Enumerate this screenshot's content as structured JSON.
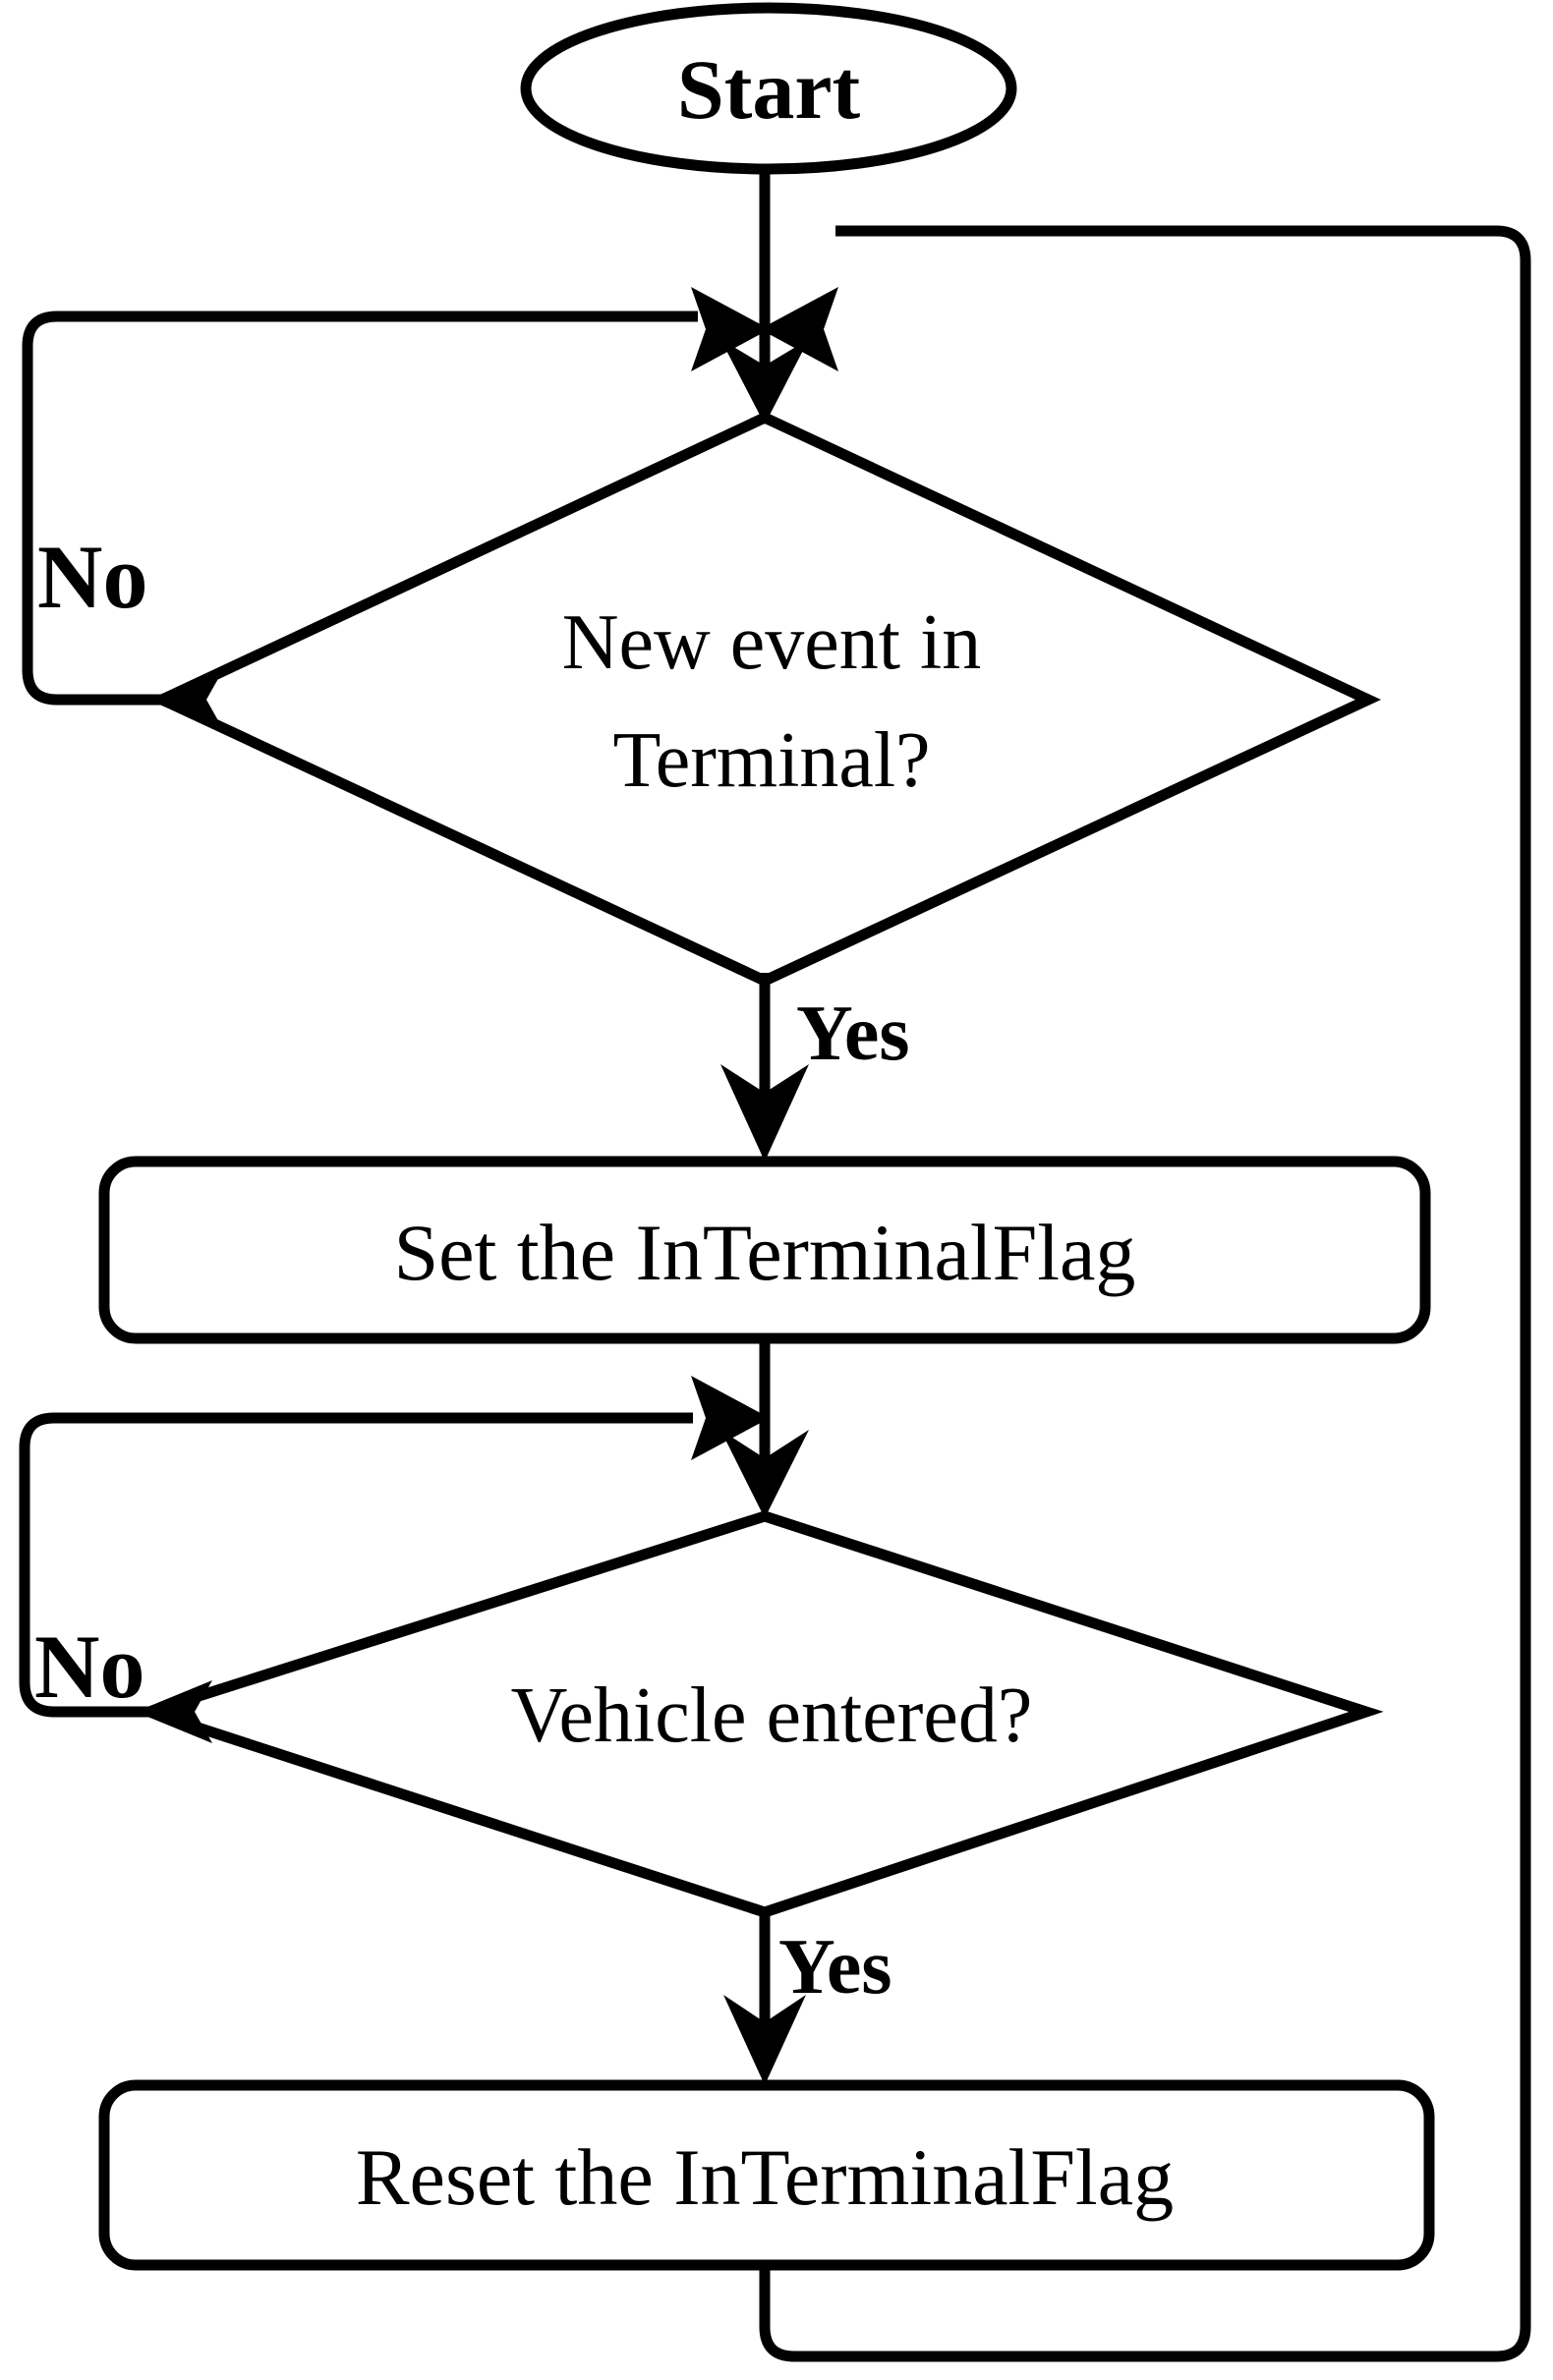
{
  "diagram": {
    "kind": "flowchart",
    "title": "",
    "background_color": "#ffffff",
    "stroke_color": "#000000",
    "nodes": {
      "start": {
        "shape": "ellipse",
        "label": "Start"
      },
      "decision_new_event": {
        "shape": "diamond",
        "label_line1": "New event in",
        "label_line2": "Terminal?"
      },
      "process_set_flag": {
        "shape": "rounded-rectangle",
        "label": "Set the InTerminalFlag"
      },
      "decision_vehicle_entered": {
        "shape": "diamond",
        "label": "Vehicle entered?"
      },
      "process_reset_flag": {
        "shape": "rounded-rectangle",
        "label": "Reset the InTerminalFlag"
      }
    },
    "edges": {
      "start_to_decision1": {
        "label": ""
      },
      "decision1_no_loop": {
        "label": "No"
      },
      "decision1_yes": {
        "label": "Yes"
      },
      "setflag_to_decision2": {
        "label": ""
      },
      "decision2_no_loop": {
        "label": "No"
      },
      "decision2_yes": {
        "label": "Yes"
      },
      "resetflag_loop_back": {
        "label": ""
      }
    }
  }
}
